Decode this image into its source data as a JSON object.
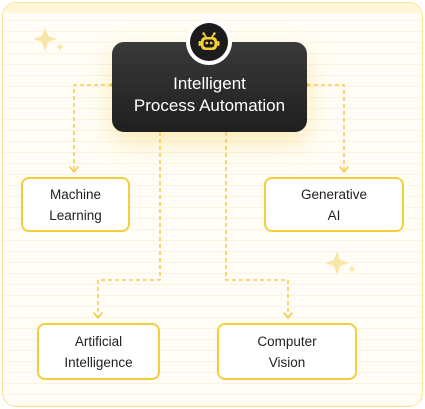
{
  "diagram": {
    "root": {
      "label": "Intelligent\nProcess Automation",
      "icon": "robot-icon"
    },
    "children": [
      {
        "id": "machine-learning",
        "label": "Machine\nLearning"
      },
      {
        "id": "generative-ai",
        "label": "Generative\nAI"
      },
      {
        "id": "artificial-intelligence",
        "label": "Artificial\nIntelligence"
      },
      {
        "id": "computer-vision",
        "label": "Computer\nVision"
      }
    ]
  },
  "colors": {
    "accent": "#f5cf3b",
    "root_bg": "#262626",
    "connector": "#f2c230"
  }
}
